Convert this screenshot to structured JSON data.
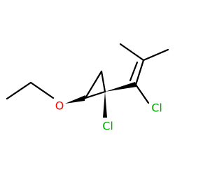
{
  "atoms": {
    "oxygen": {
      "symbol": "O",
      "color": "#ff0000"
    },
    "chlorine_ring": {
      "symbol": "Cl",
      "color": "#00aa00"
    },
    "chlorine_vinyl": {
      "symbol": "Cl",
      "color": "#00aa00"
    }
  },
  "colors": {
    "bond": "#000000",
    "background": "#ffffff"
  }
}
